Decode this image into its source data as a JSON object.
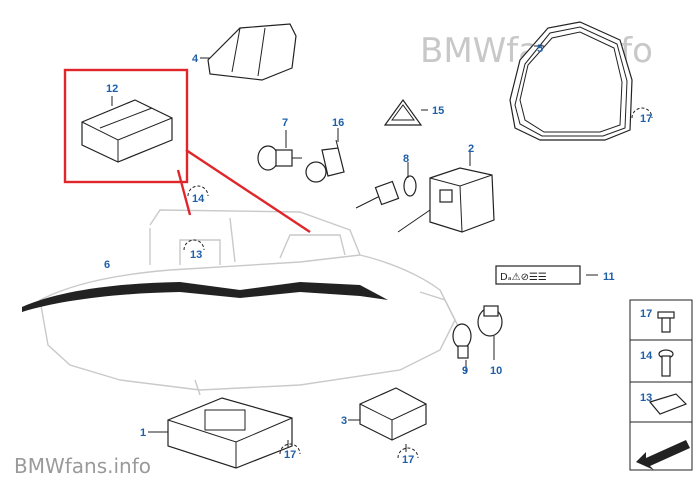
{
  "watermarks": {
    "top": "BMWfans.info",
    "bottom": "BMWfans.info"
  },
  "labels": [
    "12",
    "4",
    "7",
    "16",
    "15",
    "5",
    "17",
    "2",
    "8",
    "14",
    "13",
    "6",
    "11",
    "17",
    "14",
    "13",
    "9",
    "10",
    "1",
    "17",
    "3",
    "17",
    "17"
  ],
  "colors": {
    "label": "#1f5fa8",
    "highlight": "#e0262b",
    "ghost": "#c9c9c9"
  }
}
